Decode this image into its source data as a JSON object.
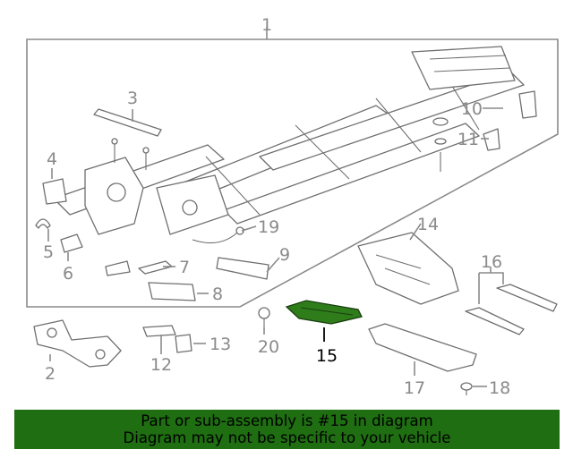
{
  "diagram": {
    "callouts": [
      "1",
      "2",
      "3",
      "4",
      "5",
      "6",
      "7",
      "8",
      "9",
      "10",
      "11",
      "12",
      "13",
      "14",
      "15",
      "16",
      "17",
      "18",
      "19",
      "20"
    ],
    "highlighted_callout": "15",
    "colors": {
      "highlight_part": "#2e7d1a",
      "line": "#8a8a8a",
      "banner": "#1f6e12"
    }
  },
  "banner": {
    "line1": "Part or sub-assembly is #15 in diagram",
    "line2": "Diagram may not be specific to your vehicle"
  }
}
